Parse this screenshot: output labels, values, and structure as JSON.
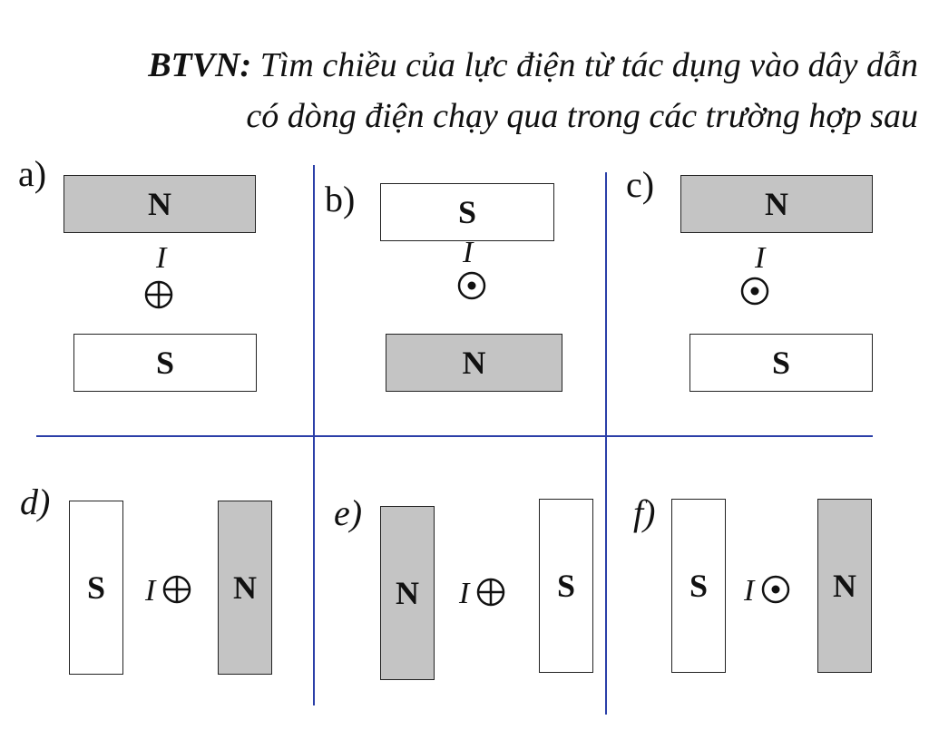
{
  "title": {
    "prefix": "BTVN:",
    "line1": "Tìm chiều của lực điện từ tác dụng vào dây dẫn",
    "line2": "có dòng điện chạy qua trong các trường hợp sau"
  },
  "colors": {
    "magnet_fill": "#c4c4c4",
    "divider": "#2b3fa8",
    "ink": "#111111"
  },
  "panels": [
    {
      "label": "a)",
      "top_pole": "N",
      "bottom_pole": "S",
      "current_label": "I",
      "current_symbol": "into-page-icon"
    },
    {
      "label": "b)",
      "top_pole": "S",
      "bottom_pole": "N",
      "current_label": "I",
      "current_symbol": "out-of-page-icon"
    },
    {
      "label": "c)",
      "top_pole": "N",
      "bottom_pole": "S",
      "current_label": "I",
      "current_symbol": "out-of-page-icon"
    },
    {
      "label": "d)",
      "left_pole": "S",
      "right_pole": "N",
      "current_label": "I",
      "current_symbol": "into-page-icon"
    },
    {
      "label": "e)",
      "left_pole": "N",
      "right_pole": "S",
      "current_label": "I",
      "current_symbol": "into-page-icon"
    },
    {
      "label": "f)",
      "left_pole": "S",
      "right_pole": "N",
      "current_label": "I",
      "current_symbol": "out-of-page-icon"
    }
  ]
}
